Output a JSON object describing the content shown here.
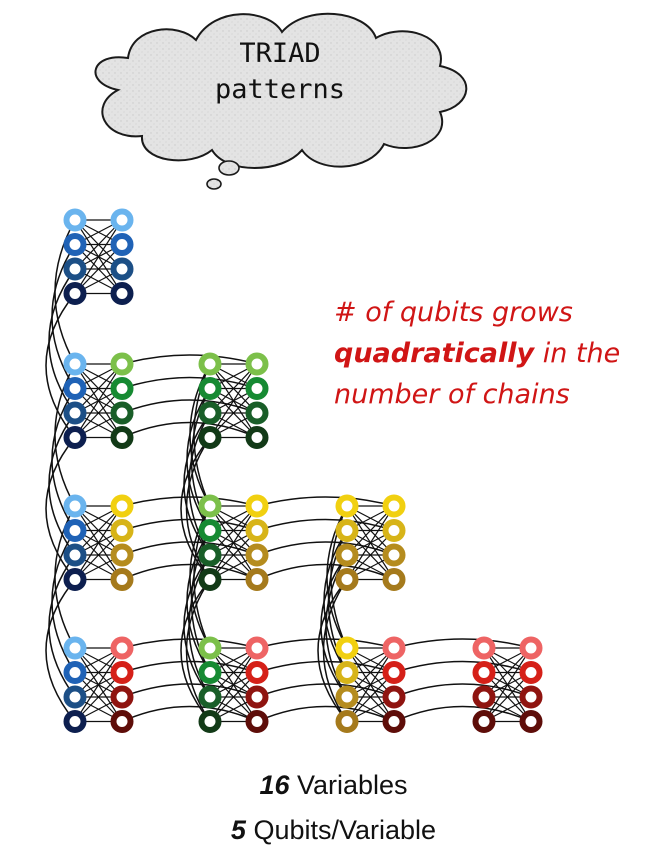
{
  "cloud": {
    "line1": "TRIAD",
    "line2": "patterns"
  },
  "note": {
    "line1": "# of qubits grows",
    "line2_bold": "quadratically",
    "line2_rest": " in the",
    "line3": "number of chains"
  },
  "captions": [
    {
      "number": "16",
      "text": " Variables"
    },
    {
      "number": "5",
      "text": " Qubits/Variable"
    }
  ],
  "colors": {
    "blue": [
      "#6ab4ee",
      "#1f62b6",
      "#1c4f86",
      "#0d1f4f"
    ],
    "green": [
      "#7cc04a",
      "#168a32",
      "#195e28",
      "#123a17"
    ],
    "yellow": [
      "#f1d010",
      "#d7b418",
      "#b58c1e",
      "#a57a1c"
    ],
    "red": [
      "#ee6464",
      "#d52018",
      "#8f1410",
      "#5e0d09"
    ]
  }
}
